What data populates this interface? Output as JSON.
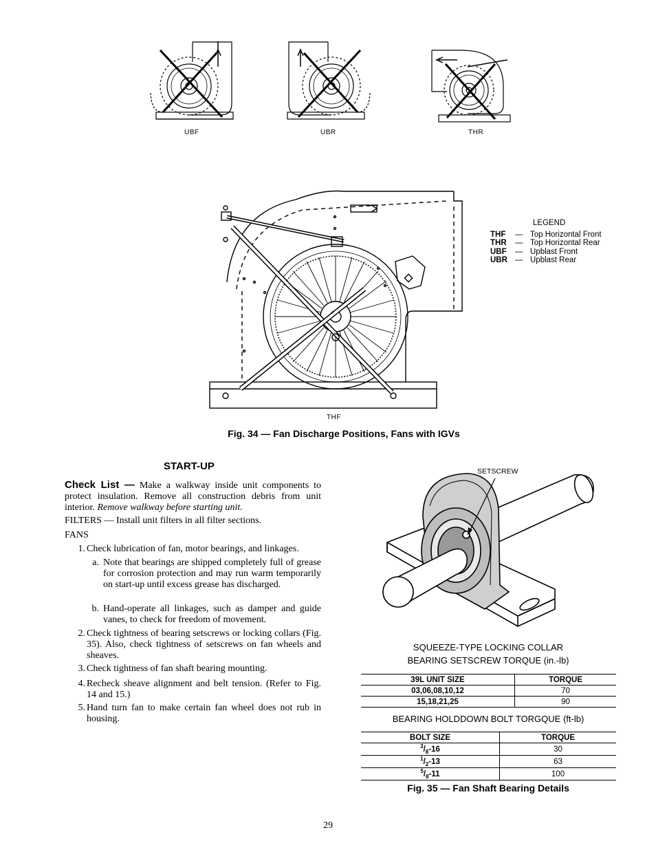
{
  "figure34": {
    "small_fans": [
      {
        "label": "UBF"
      },
      {
        "label": "UBR"
      },
      {
        "label": "THR"
      }
    ],
    "large_fan_label": "THF",
    "legend": {
      "title": "LEGEND",
      "entries": [
        {
          "code": "THF",
          "dash": "—",
          "desc": "Top Horizontal Front"
        },
        {
          "code": "THR",
          "dash": "—",
          "desc": "Top Horizontal Rear"
        },
        {
          "code": "UBF",
          "dash": "—",
          "desc": "Upblast Front"
        },
        {
          "code": "UBR",
          "dash": "—",
          "desc": "Upblast Rear"
        }
      ]
    },
    "caption": "Fig. 34 — Fan Discharge Positions, Fans with IGVs"
  },
  "startup": {
    "heading": "START-UP",
    "checklist_lead": "Check List —",
    "checklist_text": " Make a walkway inside unit components to protect insulation. Remove all construction debris from unit interior. ",
    "checklist_italic": "Remove walkway before starting unit.",
    "filters": "FILTERS — Install unit filters in all filter sections.",
    "fans_heading": "FANS",
    "items": [
      {
        "num": "1.",
        "text": "Check lubrication of fan, motor bearings, and linkages."
      },
      {
        "num": "a.",
        "text": "Note that bearings are shipped completely full of grease for corrosion protection and may run warm temporarily on start-up until excess grease has discharged."
      },
      {
        "num": "b.",
        "text": "Hand-operate all linkages, such as damper and guide vanes, to check for freedom of movement."
      },
      {
        "num": "2.",
        "text": "Check tightness of bearing setscrews or locking collars (Fig. 35). Also, check tightness of setscrews on fan wheels and sheaves."
      },
      {
        "num": "3.",
        "text": "Check tightness of fan shaft bearing mounting."
      },
      {
        "num": "4.",
        "text": "Recheck sheave alignment and belt tension. (Refer to Fig. 14 and 15.)"
      },
      {
        "num": "5.",
        "text": "Hand turn fan to make certain fan wheel does not rub in housing."
      }
    ]
  },
  "figure35": {
    "setscrew_label": "SETSCREW",
    "table1_title_line1": "SQUEEZE-TYPE LOCKING COLLAR",
    "table1_title_line2": "BEARING SETSCREW TORQUE (in.-lb)",
    "table1": {
      "headers": [
        "39L UNIT SIZE",
        "TORQUE"
      ],
      "rows": [
        [
          "03,06,08,10,12",
          "70"
        ],
        [
          "15,18,21,25",
          "90"
        ]
      ]
    },
    "table2_title": "BEARING HOLDDOWN BOLT TORGQUE (ft-lb)",
    "table2": {
      "headers": [
        "BOLT SIZE",
        "TORQUE"
      ],
      "rows": [
        {
          "num": "3",
          "den": "8",
          "rest": "-16",
          "torque": "30"
        },
        {
          "num": "1",
          "den": "2",
          "rest": "-13",
          "torque": "63"
        },
        {
          "num": "5",
          "den": "8",
          "rest": "-11",
          "torque": "100"
        }
      ]
    },
    "caption": "Fig. 35 — Fan Shaft Bearing Details"
  },
  "page_number": "29"
}
